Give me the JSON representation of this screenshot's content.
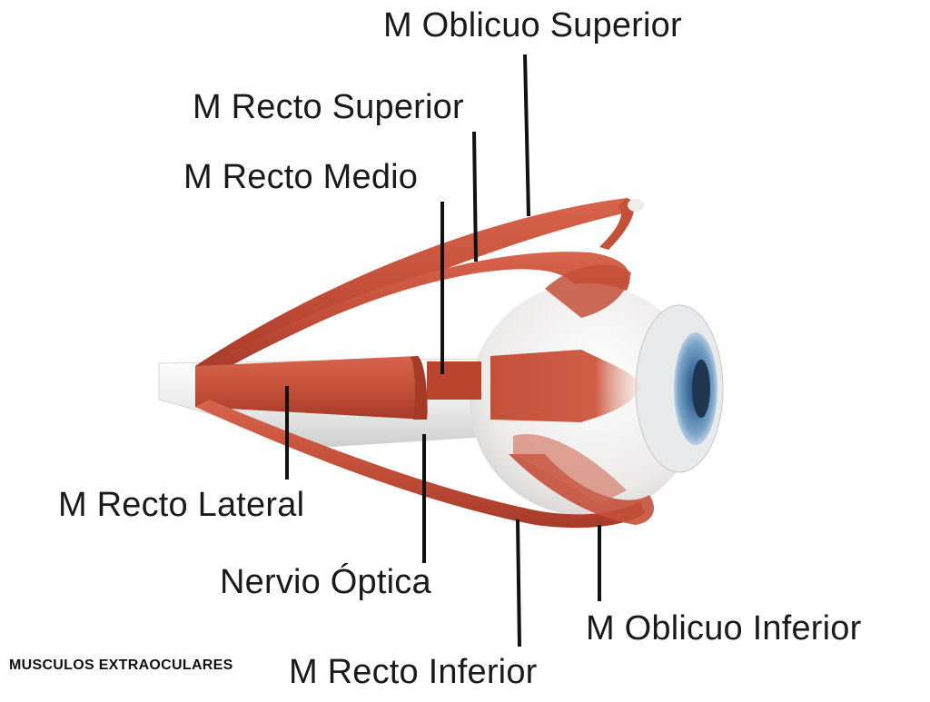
{
  "labels": {
    "oblique_superior": "M Oblicuo Superior",
    "rectus_superior": "M Recto Superior",
    "rectus_medial": "M Recto Medio",
    "rectus_lateral": "M Recto Lateral",
    "optic_nerve": "Nervio Óptica",
    "oblique_inferior": "M Oblicuo Inferior",
    "rectus_inferior": "M Recto Inferior"
  },
  "caption": "MUSCULOS  EXTRAOCULARES",
  "colors": {
    "muscle": "#c4503a",
    "muscle_dark": "#a63a28",
    "muscle_light": "#e07a64",
    "eyeball": "#ecebea",
    "nerve": "#f2f2f2",
    "iris": "#5a86b2",
    "leader": "#111111"
  }
}
